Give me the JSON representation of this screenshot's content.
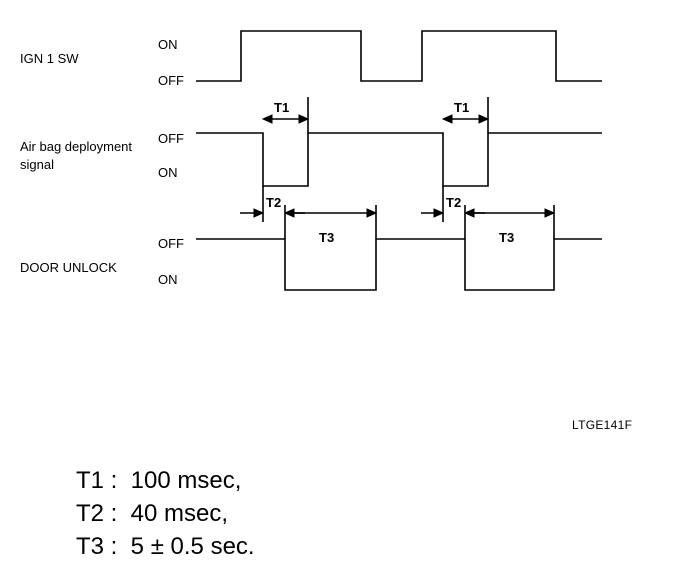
{
  "signals": [
    {
      "name": "IGN 1 SW",
      "levels": [
        "ON",
        "OFF"
      ]
    },
    {
      "name": "Air bag deployment signal",
      "name_lines": [
        "Air bag deployment",
        "signal"
      ],
      "levels": [
        "OFF",
        "ON"
      ]
    },
    {
      "name": "DOOR UNLOCK",
      "levels": [
        "OFF",
        "ON"
      ]
    }
  ],
  "interval_labels": {
    "t1": "T1",
    "t2": "T2",
    "t3": "T3"
  },
  "figure_code": "LTGE141F",
  "legend": [
    "T1 :  100 msec,",
    "T2 :  40 msec,",
    "T3 :  5 ± 0.5 sec."
  ]
}
